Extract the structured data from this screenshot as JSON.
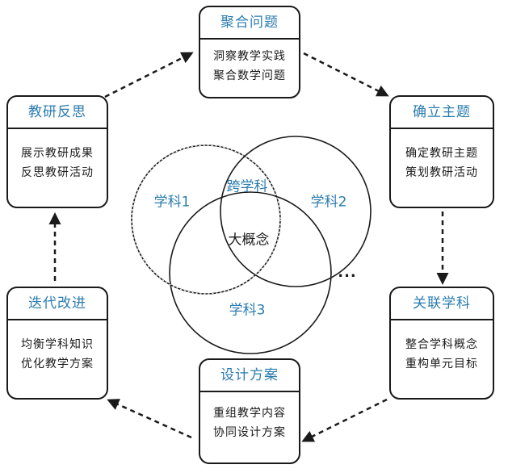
{
  "steps": {
    "gather": {
      "title": "聚合问题",
      "lines": [
        "洞察教学实践",
        "聚合数学问题"
      ]
    },
    "establish": {
      "title": "确立主题",
      "lines": [
        "确定教研主题",
        "策划教研活动"
      ]
    },
    "relate": {
      "title": "关联学科",
      "lines": [
        "整合学科概念",
        "重构单元目标"
      ]
    },
    "design": {
      "title": "设计方案",
      "lines": [
        "重组教学内容",
        "协同设计方案"
      ]
    },
    "iterate": {
      "title": "迭代改进",
      "lines": [
        "均衡学科知识",
        "优化教学方案"
      ]
    },
    "reflect": {
      "title": "教研反思",
      "lines": [
        "展示教研成果",
        "反思教研活动"
      ]
    }
  },
  "venn": {
    "subject1": "学科1",
    "subject2": "学科2",
    "subject3": "学科3",
    "cross": "跨学科",
    "center": "大概念",
    "more": "···"
  },
  "colors": {
    "title": "#2a7cb0",
    "stroke": "#1a1a1a",
    "background": "#ffffff"
  }
}
